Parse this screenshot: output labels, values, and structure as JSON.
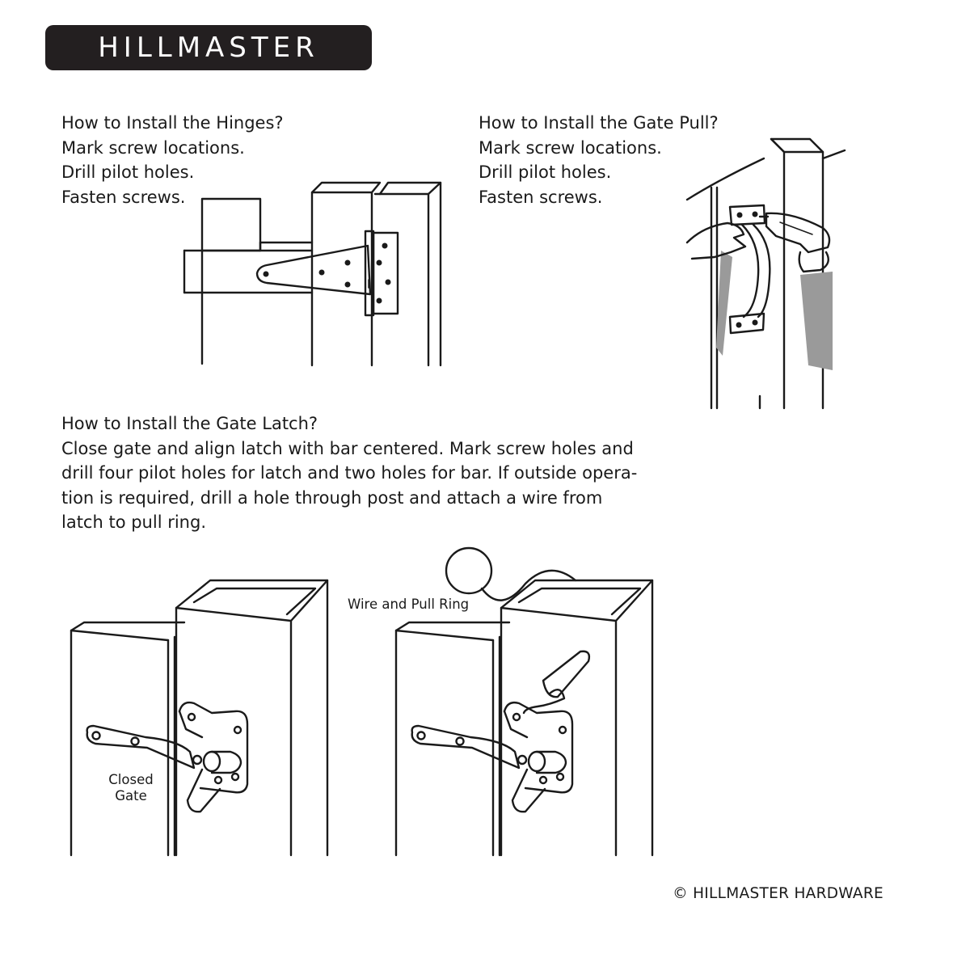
{
  "brand": {
    "name": "HILLMASTER"
  },
  "hinges": {
    "title": "How to Install the Hinges?",
    "steps": [
      "Mark screw locations.",
      "Drill pilot holes.",
      "Fasten screws."
    ]
  },
  "gate_pull": {
    "title": "How to Install the Gate Pull?",
    "steps": [
      "Mark screw locations.",
      "Drill pilot holes.",
      "Fasten screws."
    ]
  },
  "gate_latch": {
    "title": "How to Install the Gate Latch?",
    "lines": [
      "Close gate and align latch with bar centered. Mark screw holes and",
      "drill four pilot holes for latch and two holes for bar. If outside opera-",
      "tion is required, drill a hole through post and attach a wire from",
      "latch to pull ring."
    ],
    "closed_gate_label": [
      "Closed",
      "Gate"
    ],
    "wire_label": "Wire and Pull Ring"
  },
  "footer": {
    "copyright": "© HILLMASTER HARDWARE"
  }
}
